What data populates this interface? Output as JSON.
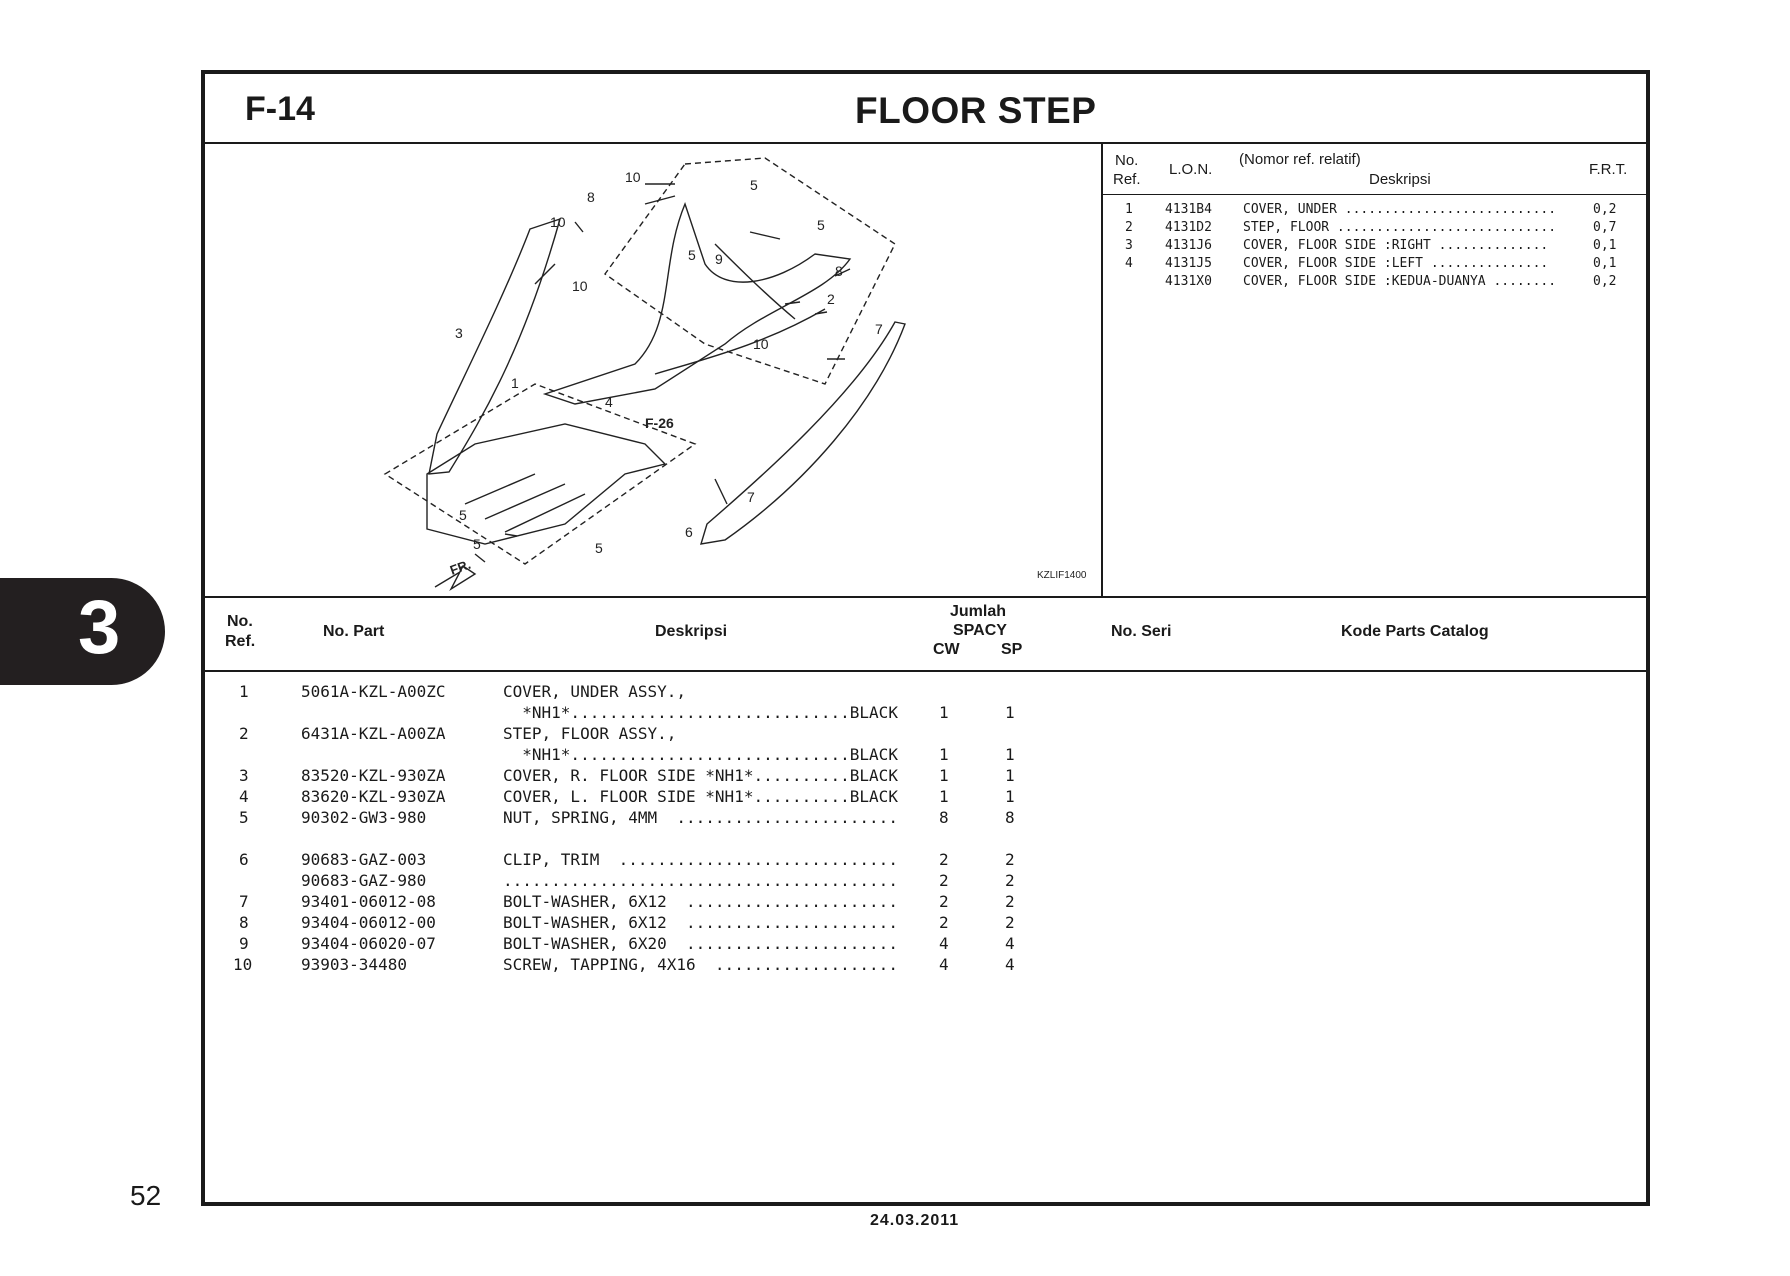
{
  "section_tab": "3",
  "page_number": "52",
  "date": "24.03.2011",
  "header": {
    "code": "F-14",
    "title": "FLOOR STEP"
  },
  "diagram": {
    "ref_label": "F-26",
    "front_label": "FR.",
    "image_code": "KZLIF1400",
    "callouts": [
      "10",
      "8",
      "5",
      "10",
      "5",
      "5",
      "9",
      "10",
      "8",
      "2",
      "3",
      "10",
      "7",
      "1",
      "4",
      "7",
      "6",
      "5",
      "5",
      "5"
    ]
  },
  "ref_table": {
    "headers": {
      "no": "No.",
      "ref": "Ref.",
      "lon": "L.O.N.",
      "nomor": "(Nomor ref. relatif)",
      "desc": "Deskripsi",
      "frt": "F.R.T."
    },
    "rows": [
      {
        "no": "1",
        "lon": "4131B4",
        "desc": "COVER, UNDER ...........................",
        "frt": "0,2"
      },
      {
        "no": "2",
        "lon": "4131D2",
        "desc": "STEP, FLOOR ............................",
        "frt": "0,7"
      },
      {
        "no": "3",
        "lon": "4131J6",
        "desc": "COVER, FLOOR SIDE :RIGHT ..............",
        "frt": "0,1"
      },
      {
        "no": "4",
        "lon": "4131J5",
        "desc": "COVER, FLOOR SIDE :LEFT ...............",
        "frt": "0,1"
      },
      {
        "no": "",
        "lon": "4131X0",
        "desc": "COVER, FLOOR SIDE :KEDUA-DUANYA ........",
        "frt": "0,2"
      }
    ]
  },
  "parts_table": {
    "headers": {
      "no": "No.",
      "ref": "Ref.",
      "part": "No. Part",
      "desc": "Deskripsi",
      "jumlah": "Jumlah",
      "model": "SPACY",
      "cw": "CW",
      "sp": "SP",
      "seri": "No. Seri",
      "kode": "Kode Parts Catalog"
    },
    "rows": [
      {
        "no": "1",
        "part": "5061A-KZL-A00ZC",
        "desc": "COVER, UNDER ASSY.,",
        "cw": "",
        "sp": ""
      },
      {
        "no": "",
        "part": "",
        "desc": "  *NH1*.............................BLACK",
        "cw": "1",
        "sp": "1"
      },
      {
        "no": "2",
        "part": "6431A-KZL-A00ZA",
        "desc": "STEP, FLOOR ASSY.,",
        "cw": "",
        "sp": ""
      },
      {
        "no": "",
        "part": "",
        "desc": "  *NH1*.............................BLACK",
        "cw": "1",
        "sp": "1"
      },
      {
        "no": "3",
        "part": "83520-KZL-930ZA",
        "desc": "COVER, R. FLOOR SIDE *NH1*..........BLACK",
        "cw": "1",
        "sp": "1"
      },
      {
        "no": "4",
        "part": "83620-KZL-930ZA",
        "desc": "COVER, L. FLOOR SIDE *NH1*..........BLACK",
        "cw": "1",
        "sp": "1"
      },
      {
        "no": "5",
        "part": "90302-GW3-980",
        "desc": "NUT, SPRING, 4MM  .......................",
        "cw": "8",
        "sp": "8"
      },
      {
        "no": "",
        "part": "",
        "desc": "",
        "cw": "",
        "sp": ""
      },
      {
        "no": "6",
        "part": "90683-GAZ-003",
        "desc": "CLIP, TRIM  .............................",
        "cw": "2",
        "sp": "2"
      },
      {
        "no": "",
        "part": "90683-GAZ-980",
        "desc": ".........................................",
        "cw": "2",
        "sp": "2"
      },
      {
        "no": "7",
        "part": "93401-06012-08",
        "desc": "BOLT-WASHER, 6X12  ......................",
        "cw": "2",
        "sp": "2"
      },
      {
        "no": "8",
        "part": "93404-06012-00",
        "desc": "BOLT-WASHER, 6X12  ......................",
        "cw": "2",
        "sp": "2"
      },
      {
        "no": "9",
        "part": "93404-06020-07",
        "desc": "BOLT-WASHER, 6X20  ......................",
        "cw": "4",
        "sp": "4"
      },
      {
        "no": "10",
        "part": "93903-34480",
        "desc": "SCREW, TAPPING, 4X16  ...................",
        "cw": "4",
        "sp": "4"
      }
    ]
  }
}
